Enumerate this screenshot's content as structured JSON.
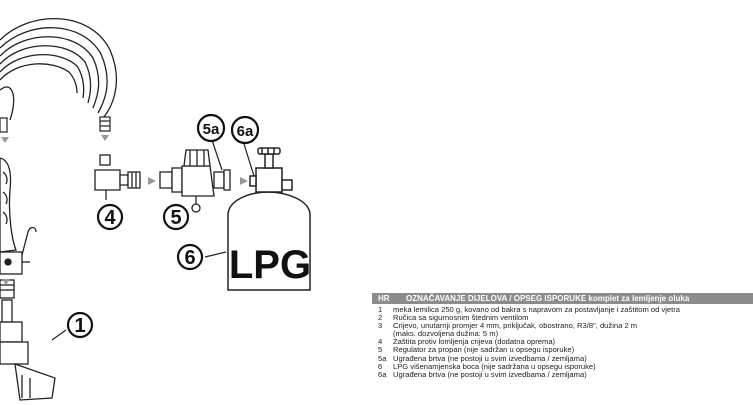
{
  "figure": {
    "callouts": [
      "1",
      "4",
      "5",
      "5a",
      "6",
      "6a"
    ],
    "cylinder_label": "LPG"
  },
  "parts": {
    "lang": "HR",
    "title": "OZNAČAVANJE DIJELOVA / OPSEG ISPORUKE komplet za lemljenje oluka",
    "items": [
      {
        "num": "1",
        "text": "meka lemilica 250 g, kovano od bakra s napravom za postavljanje i zaštitom od vjetra"
      },
      {
        "num": "2",
        "text": "Ručica sa sigurnosnim štednim ventilom"
      },
      {
        "num": "3",
        "text": "Crijevo, unutarnji promjer 4 mm, priključak, obostrano, R3/8\", dužina 2 m"
      },
      {
        "num": "",
        "text": "(maks. dozvoljena dužina: 5 m)"
      },
      {
        "num": "4",
        "text": "Zaštita protiv lomljenja crijeva (dodatna oprema)"
      },
      {
        "num": "5",
        "text": "Regulator za propan (nije sadržan u opsegu isporuke)"
      },
      {
        "num": "5a",
        "text": "Ugrađena brtva (ne postoji u svim izvedbama / zemljama)"
      },
      {
        "num": "6",
        "text": "LPG višenamjenska boca (nije sadržana u opsegu isporuke)"
      },
      {
        "num": "6a",
        "text": "Ugrađena brtva (ne postoji u svim izvedbama / zemljama)"
      }
    ]
  }
}
